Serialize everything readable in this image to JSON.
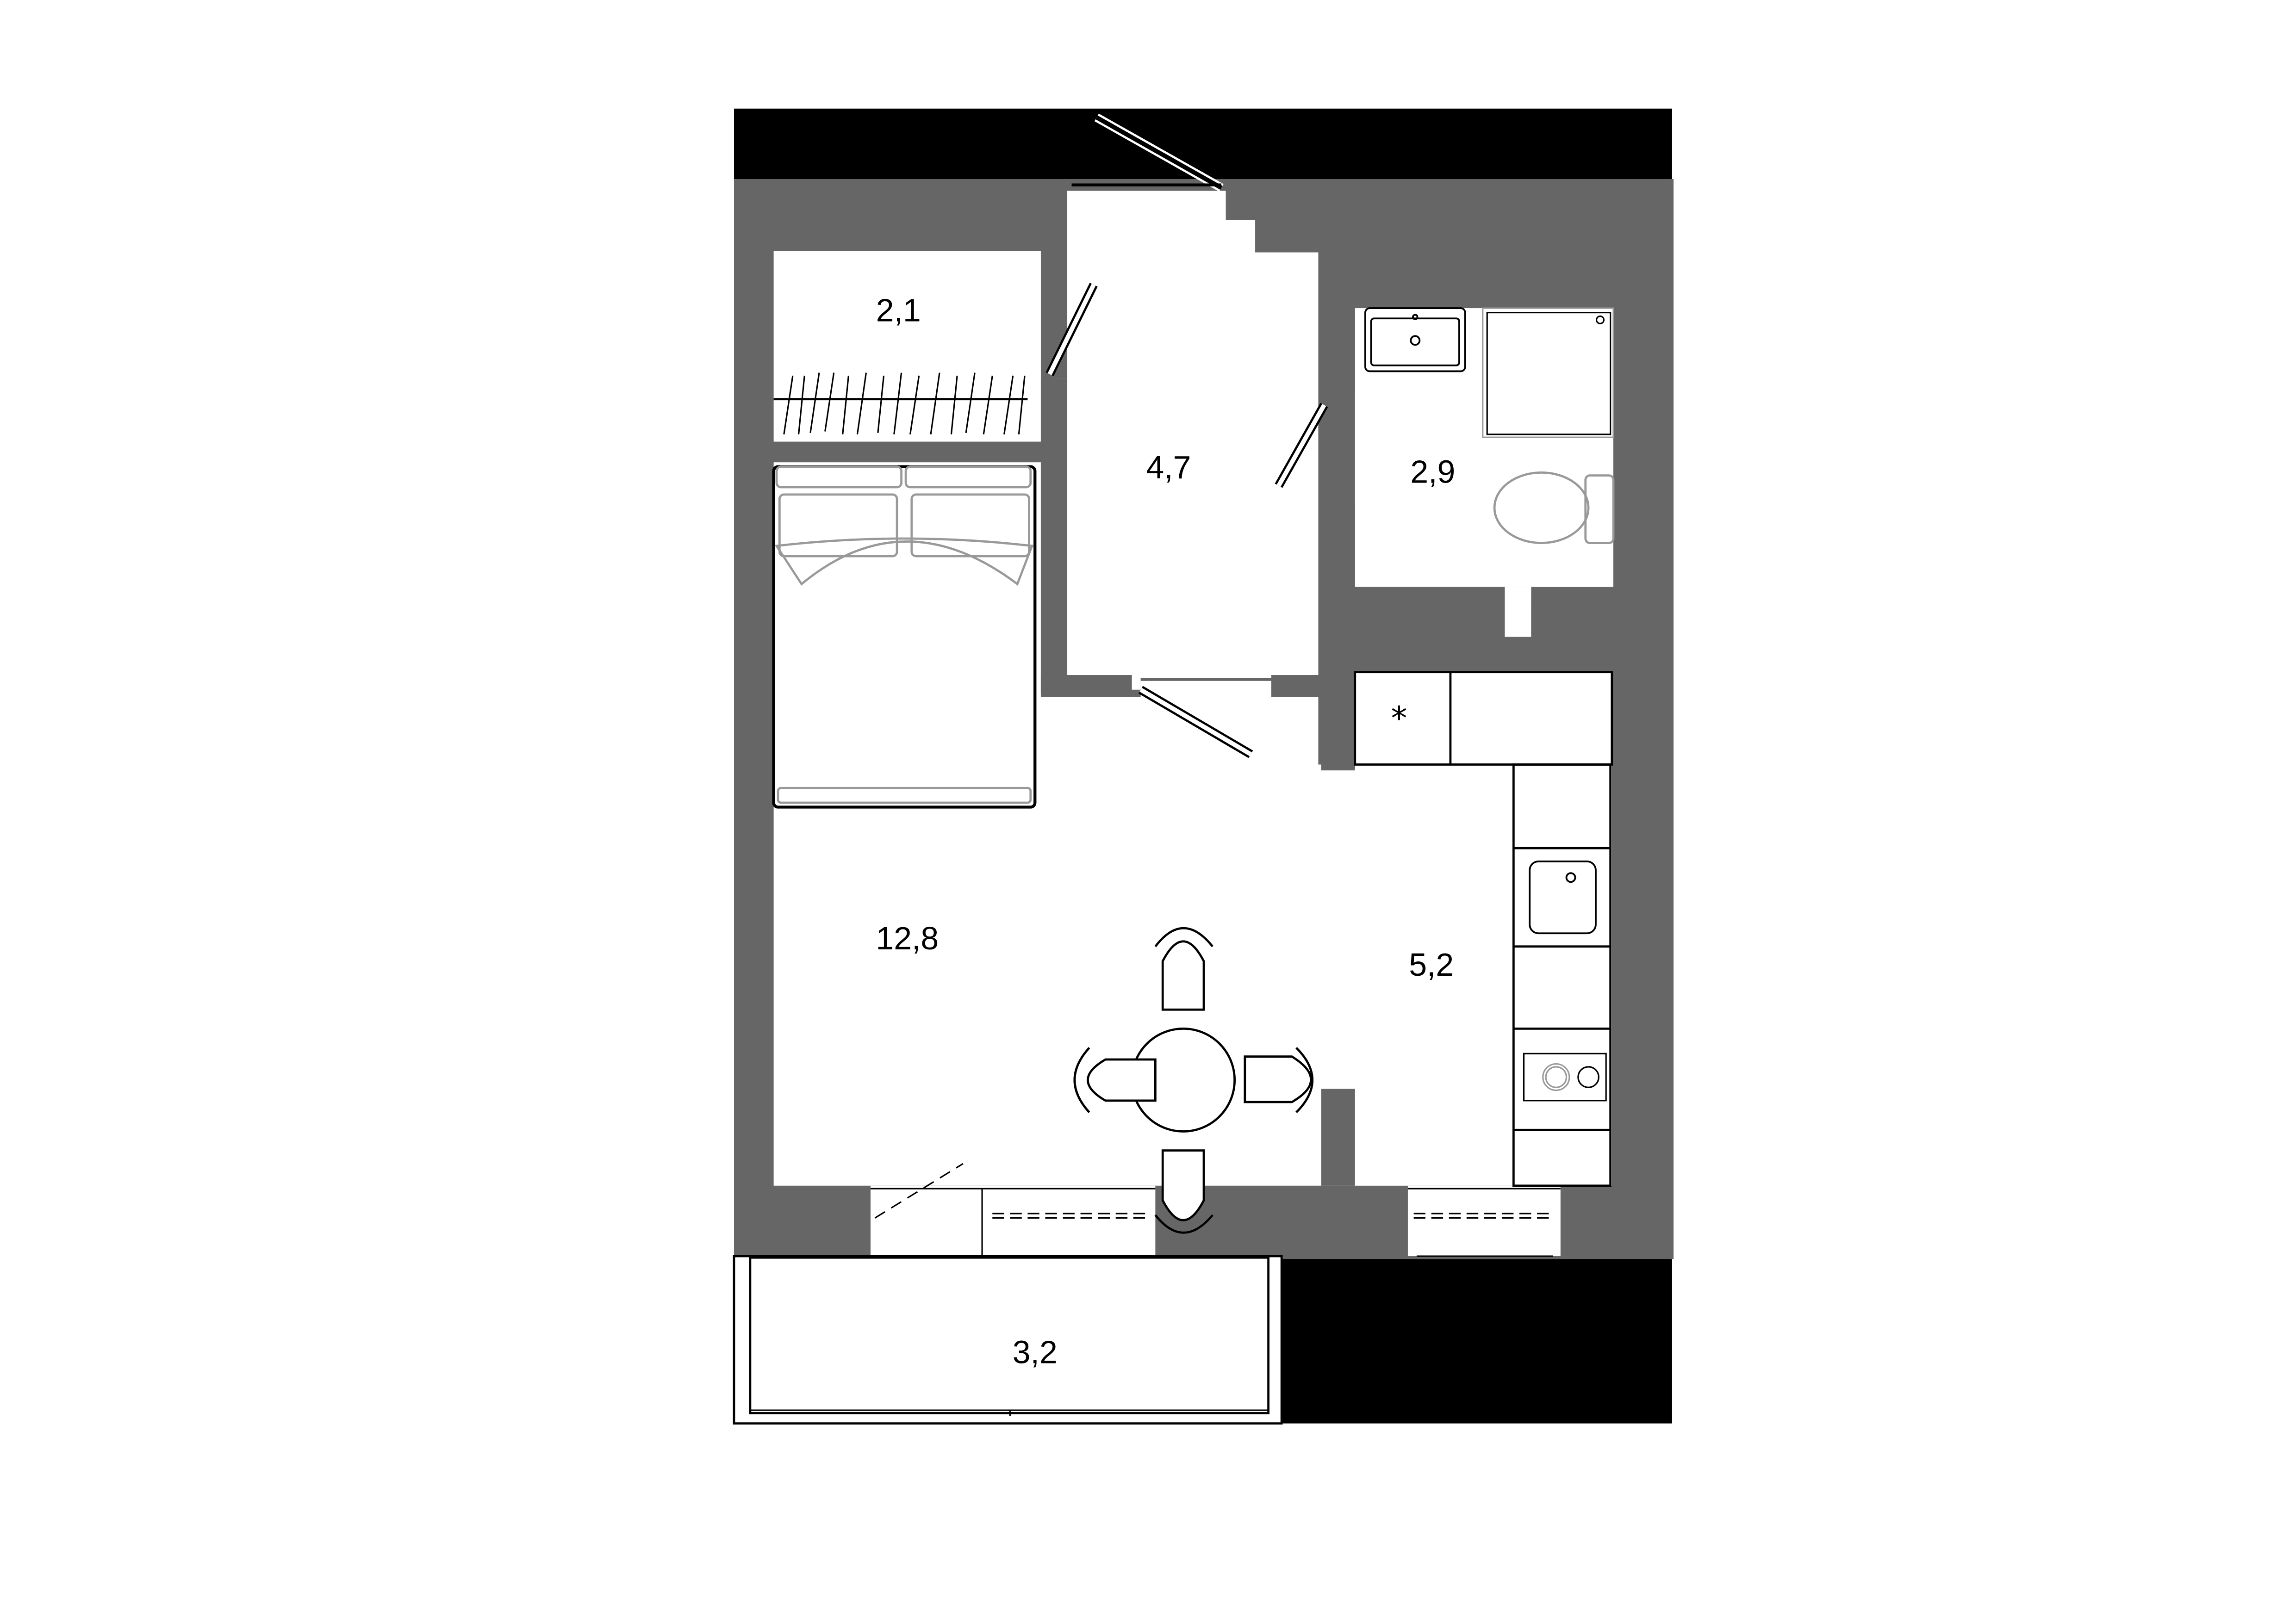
{
  "plan": {
    "colors": {
      "wall": "#666666",
      "exterior": "#000000",
      "floor": "#ffffff",
      "furniture_line": "#000000",
      "bed_line": "#999999"
    },
    "rooms": [
      {
        "id": "wardrobe",
        "area": "2,1"
      },
      {
        "id": "hallway",
        "area": "4,7"
      },
      {
        "id": "bathroom",
        "area": "2,9"
      },
      {
        "id": "living-room",
        "area": "12,8"
      },
      {
        "id": "kitchen",
        "area": "5,2"
      },
      {
        "id": "balcony",
        "area": "3,2"
      }
    ],
    "markers": {
      "utility_niche": "*"
    }
  }
}
